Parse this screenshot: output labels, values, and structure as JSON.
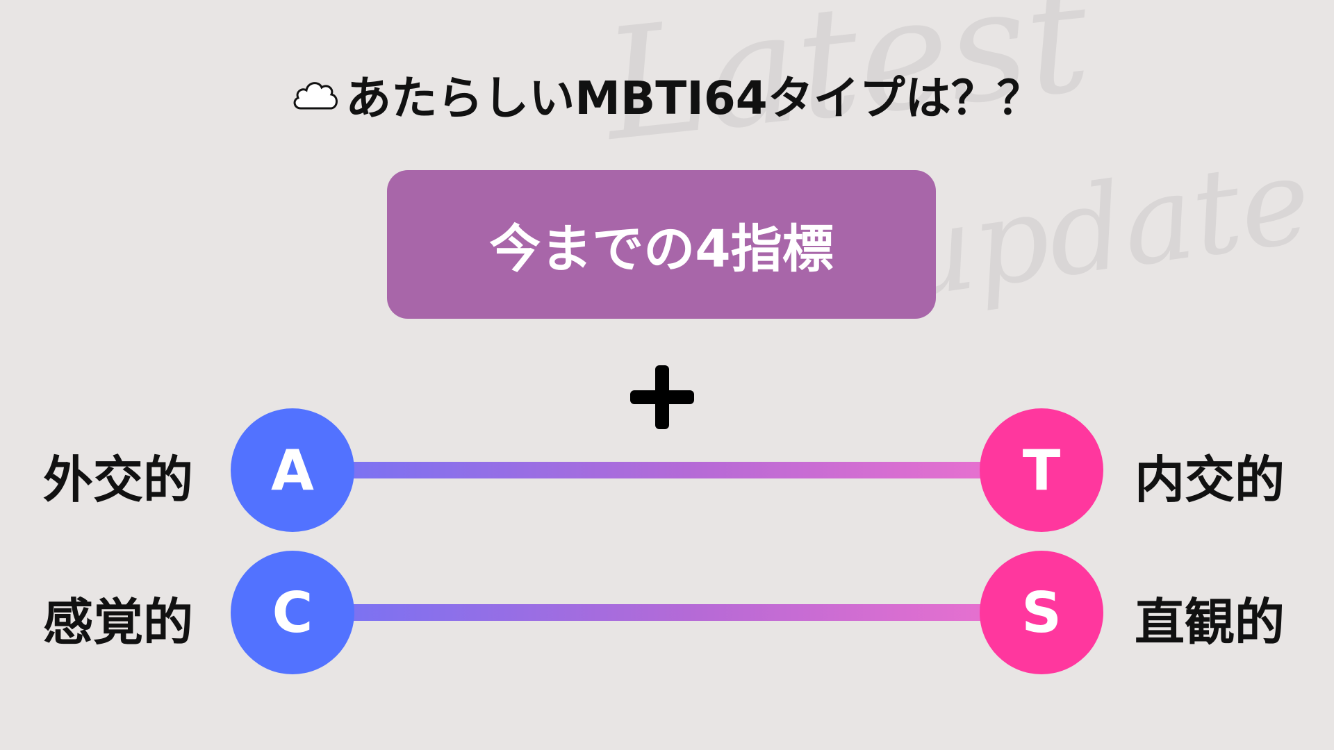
{
  "watermark": {
    "line1": "Latest",
    "line2": "update"
  },
  "title": {
    "icon": "cloud-icon",
    "text": "あたらしいMBTI64タイプは？？"
  },
  "box": {
    "text": "今までの4指標",
    "color": "#a866a9"
  },
  "plus_icon": "plus-icon",
  "axes": [
    {
      "left_label": "外交的",
      "left_letter": "A",
      "right_letter": "T",
      "right_label": "内交的"
    },
    {
      "left_label": "感覚的",
      "left_letter": "C",
      "right_letter": "S",
      "right_label": "直観的"
    }
  ],
  "colors": {
    "left_circle": "#5272ff",
    "right_circle": "#ff379e",
    "bar_start": "#7b72f2",
    "bar_end": "#e670cf"
  }
}
